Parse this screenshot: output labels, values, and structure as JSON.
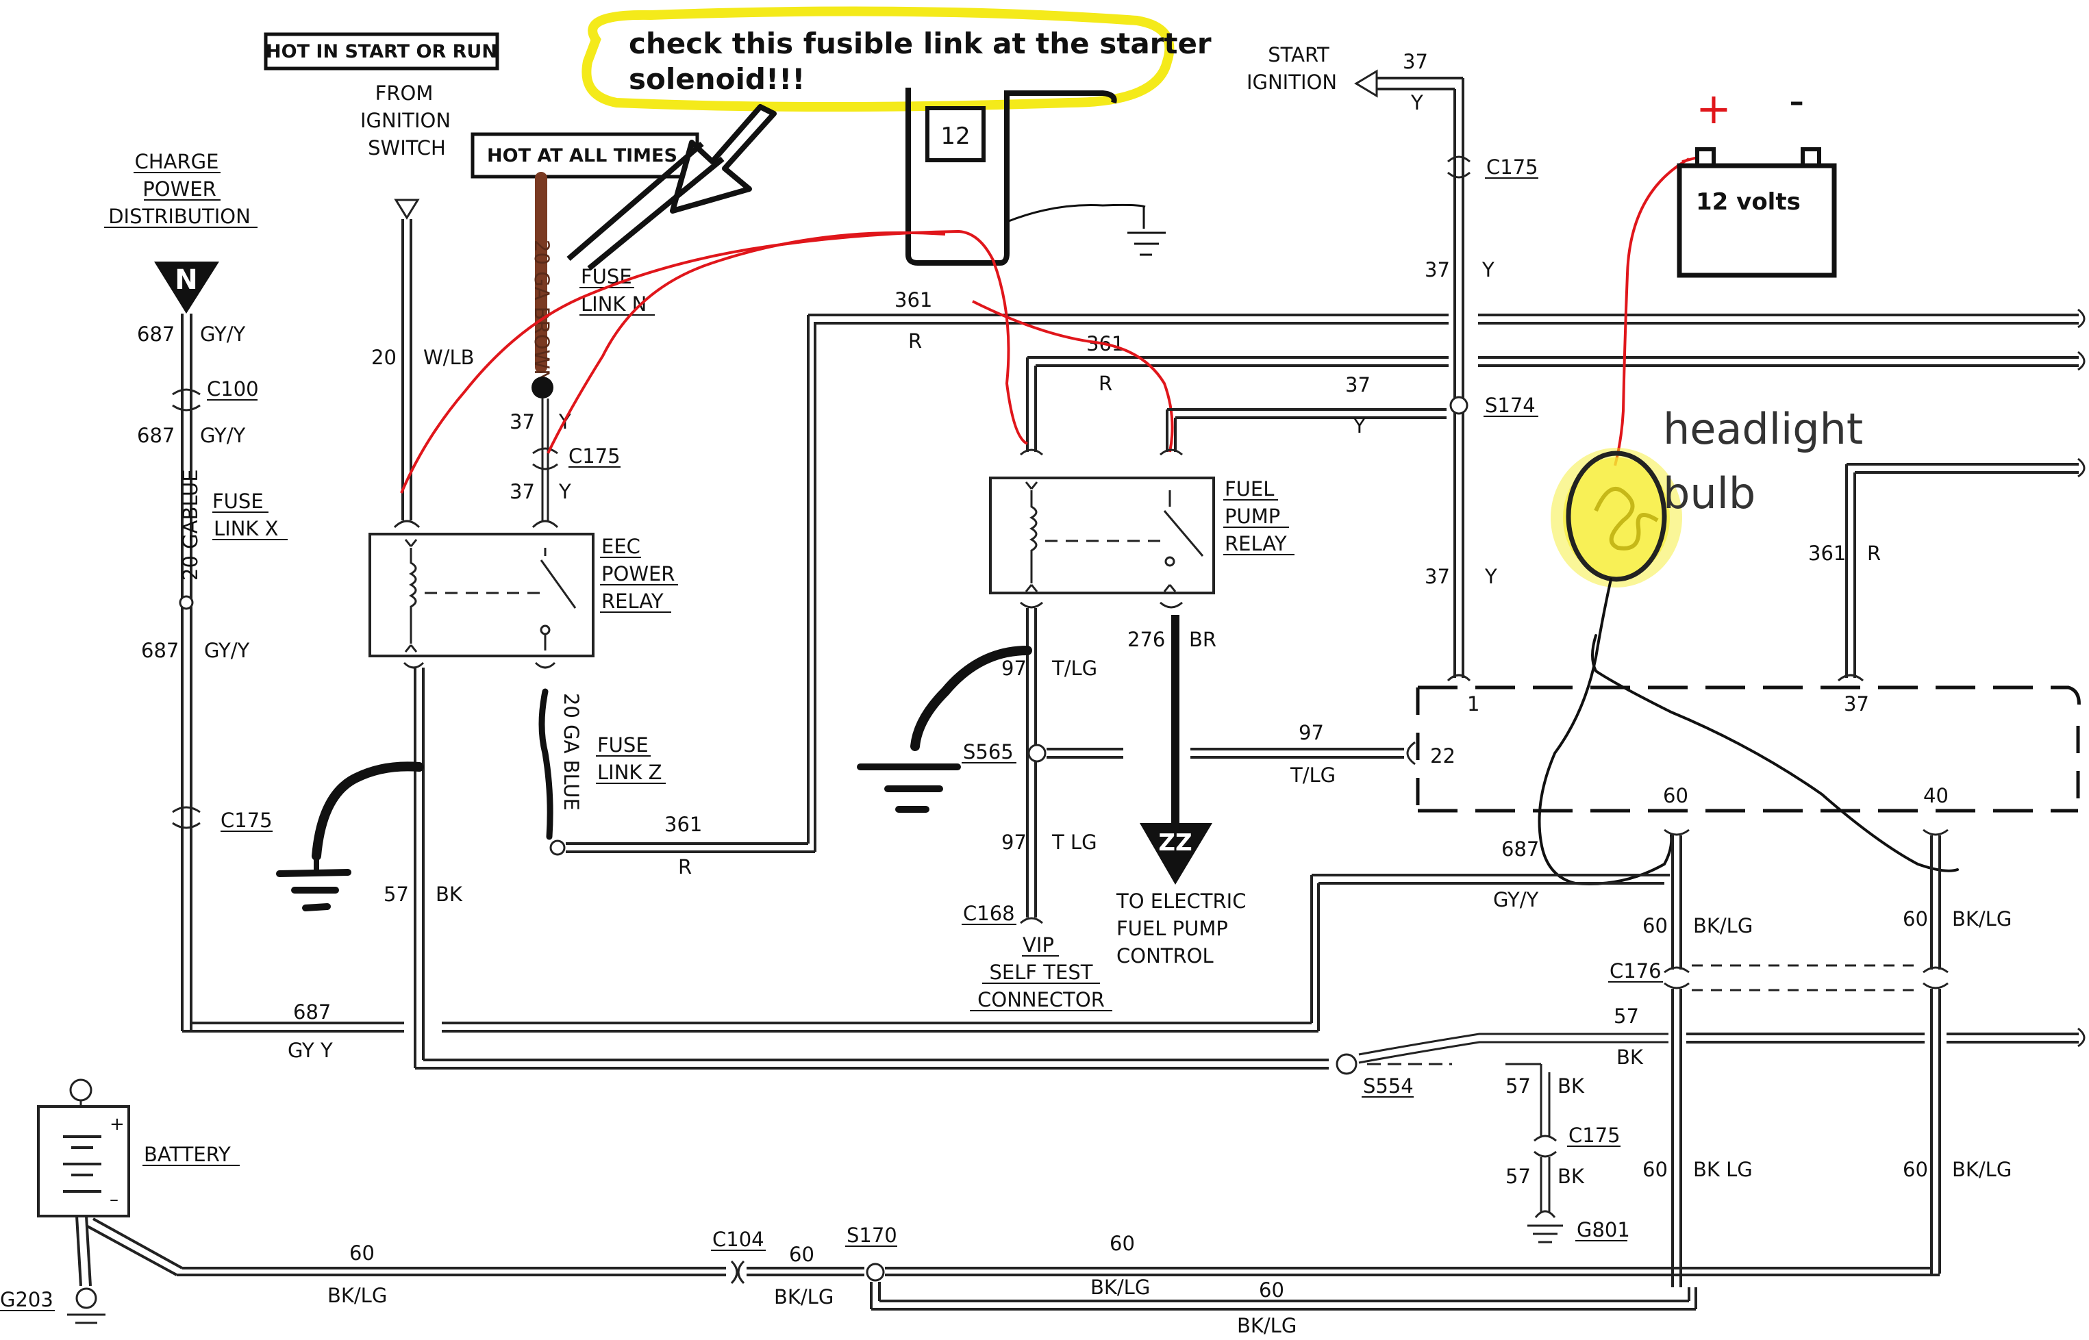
{
  "annotations": {
    "callout": [
      "check this fusible link at the starter",
      "solenoid!!!"
    ],
    "battery_note": "12 volts",
    "plus_sign": "+",
    "minus_sign": "-",
    "headlight": [
      "headlight",
      "bulb"
    ]
  },
  "boxes": {
    "hot_start_run": "HOT IN START OR RUN",
    "hot_all_times": "HOT AT ALL TIMES",
    "twelve": "12"
  },
  "labels": {
    "from_ignition": [
      "FROM",
      "IGNITION",
      "SWITCH"
    ],
    "charge_power": [
      "CHARGE",
      "POWER",
      "DISTRIBUTION"
    ],
    "start_ignition": [
      "START",
      "IGNITION"
    ],
    "fuse_link_n": [
      "FUSE",
      "LINK N"
    ],
    "fuse_link_x": [
      "FUSE",
      "LINK X"
    ],
    "fuse_link_z": [
      "FUSE",
      "LINK Z"
    ],
    "eec_relay": [
      "EEC",
      "POWER",
      "RELAY"
    ],
    "fuel_relay": [
      "FUEL",
      "PUMP",
      "RELAY"
    ],
    "to_electric": [
      "TO ELECTRIC",
      "FUEL PUMP",
      "CONTROL"
    ],
    "vip": [
      "VIP",
      "SELF TEST",
      "CONNECTOR"
    ],
    "battery": "BATTERY",
    "n_marker": "N",
    "zz_marker": "ZZ",
    "gablue": "20 GABLUE",
    "ga_brown": "20 GA BROWN",
    "ga_blue_z": "20 GA BLUE"
  },
  "wires": {
    "w687a": "687",
    "gyy_a": "GY/Y",
    "c100": "C100",
    "w687b": "687",
    "gyy_b": "GY/Y",
    "w687c": "687",
    "gyy_c": "GY/Y",
    "c175_left": "C175",
    "w20": "20",
    "wlb": "W/LB",
    "w37a": "37",
    "y_a": "Y",
    "c175_mid": "C175",
    "w37b": "37",
    "y_b": "Y",
    "w57": "57",
    "bk": "BK",
    "w361z": "361",
    "r_z": "R",
    "w687_bottom": "687",
    "gyy_bottom": "GY Y",
    "w361_top": "361",
    "r_top": "R",
    "w361_mid": "361",
    "r_mid": "R",
    "w37_start": "37",
    "y_start": "Y",
    "c175_right": "C175",
    "w37_r1": "37",
    "y_r1": "Y",
    "w37_s174": "37",
    "y_s174": "Y",
    "s174": "S174",
    "w37_r2": "37",
    "y_r2": "Y",
    "w361_right": "361",
    "r_right": "R",
    "w97a": "97",
    "tlg_a": "T/LG",
    "s565": "S565",
    "w97b": "97",
    "tlg_b": "T LG",
    "c168": "C168",
    "w276": "276",
    "br": "BR",
    "w97c": "97",
    "tlg_c": "T/LG",
    "pin22": "22",
    "pin1": "1",
    "pin37": "37",
    "pin60": "60",
    "pin40": "40",
    "w687_right": "687",
    "gyy_right": "GY/Y",
    "w60a": "60",
    "bklg_a": "BK/LG",
    "w60b": "60",
    "bklg_b": "BK/LG",
    "c176": "C176",
    "w57_right": "57",
    "bk_right": "BK",
    "s554": "S554",
    "w57c": "57",
    "bk_c": "BK",
    "c175_low": "C175",
    "w57d": "57",
    "bk_d": "BK",
    "g801": "G801",
    "w60c": "60",
    "bklg_c": "BK LG",
    "w60d": "60",
    "bklg_d": "BK/LG",
    "w60_bat": "60",
    "bklg_bat": "BK/LG",
    "c104": "C104",
    "w60_c104": "60",
    "bklg_c104": "BK/LG",
    "s170": "S170",
    "w60_s170": "60",
    "bklg_s170": "BK/LG",
    "w60_low": "60",
    "bklg_low": "BK/LG",
    "g203": "G203"
  },
  "colors": {
    "highlight_yellow": "#f4ea1a",
    "red_trace": "#e0161b",
    "brown_trace": "#7a3a22",
    "blue_trace": "#2233cc"
  }
}
